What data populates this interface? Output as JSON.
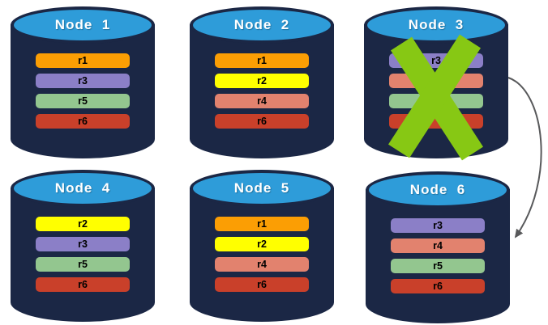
{
  "diagram": {
    "description_colors": {
      "cylinder_body": "#1B2745",
      "cylinder_top": "#2E9CD9",
      "title_text": "#FFFFFF",
      "bar_label_text": "#000000",
      "failure_cross": "#87C814",
      "arrow": "#58595B",
      "bars": {
        "r1": "#FB9E04",
        "r2": "#FFFF00",
        "r3": "#8B7FC7",
        "r4": "#E2826E",
        "r5": "#93C68F",
        "r6": "#C9402A"
      }
    },
    "arrow": {
      "from": "Node 3",
      "to": "Node 6"
    },
    "nodes": [
      {
        "label": "Node  1",
        "failed": false,
        "bars": [
          {
            "key": "r1",
            "label": "r1"
          },
          {
            "key": "r3",
            "label": "r3"
          },
          {
            "key": "r5",
            "label": "r5"
          },
          {
            "key": "r6",
            "label": "r6"
          }
        ]
      },
      {
        "label": "Node  2",
        "failed": false,
        "bars": [
          {
            "key": "r1",
            "label": "r1"
          },
          {
            "key": "r2",
            "label": "r2"
          },
          {
            "key": "r4",
            "label": "r4"
          },
          {
            "key": "r6",
            "label": "r6"
          }
        ]
      },
      {
        "label": "Node  3",
        "failed": true,
        "bars": [
          {
            "key": "r3",
            "label": "r3"
          },
          {
            "key": "r4",
            "label": ""
          },
          {
            "key": "r5",
            "label": ""
          },
          {
            "key": "r6",
            "label": ""
          }
        ]
      },
      {
        "label": "Node  4",
        "failed": false,
        "bars": [
          {
            "key": "r2",
            "label": "r2"
          },
          {
            "key": "r3",
            "label": "r3"
          },
          {
            "key": "r5",
            "label": "r5"
          },
          {
            "key": "r6",
            "label": "r6"
          }
        ]
      },
      {
        "label": "Node  5",
        "failed": false,
        "bars": [
          {
            "key": "r1",
            "label": "r1"
          },
          {
            "key": "r2",
            "label": "r2"
          },
          {
            "key": "r4",
            "label": "r4"
          },
          {
            "key": "r6",
            "label": "r6"
          }
        ]
      },
      {
        "label": "Node  6",
        "failed": false,
        "bars": [
          {
            "key": "r3",
            "label": "r3"
          },
          {
            "key": "r4",
            "label": "r4"
          },
          {
            "key": "r5",
            "label": "r5"
          },
          {
            "key": "r6",
            "label": "r6"
          }
        ]
      }
    ]
  }
}
